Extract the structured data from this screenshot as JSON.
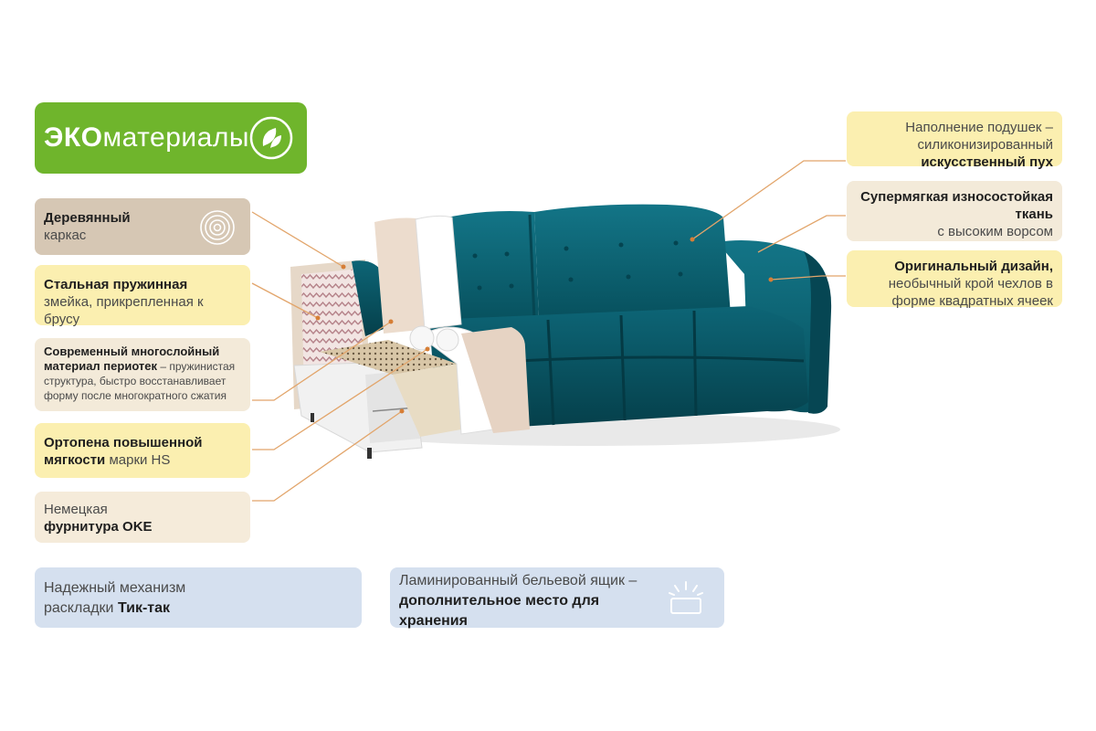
{
  "eco": {
    "strong": "ЭКО",
    "rest": "материалы",
    "icon": "leaf-icon",
    "color": "#6fb52c"
  },
  "features_left": {
    "wood": {
      "bold": "Деревянный",
      "light": "каркас",
      "icon": "wood-rings-icon"
    },
    "spring": {
      "bold": "Стальная пружинная",
      "light": "змейка, прикрепленная к брусу"
    },
    "foam": {
      "bold": "Современный многослойный материал периотек",
      "light": " – пружинистая структура, быстро восстанавливает форму после многократного сжатия"
    },
    "orto": {
      "bold": "Ортопена повышенной мягкости",
      "light": "марки HS"
    },
    "oke": {
      "light": "Немецкая",
      "bold": "фурнитура OKE"
    }
  },
  "features_right": {
    "fill": {
      "light": "Наполнение подушек – силиконизированный",
      "bold": "искусственный пух"
    },
    "fabric": {
      "bold": "Супермягкая износостойкая ткань",
      "light": "с высоким ворсом"
    },
    "design": {
      "bold": "Оригинальный дизайн,",
      "light": "необычный крой чехлов в форме квадратных ячеек"
    }
  },
  "bottom": {
    "mechanism": {
      "light1": "Надежный механизм",
      "light2": "раскладки",
      "bold": "Тик-так"
    },
    "box": {
      "light": "Ламинированный бельевой ящик –",
      "bold": "дополнительное место для хранения",
      "icon": "storage-box-icon"
    }
  },
  "colors": {
    "upholstery": "#0b5f6e",
    "callout_line": "#e2a56b",
    "yellow_card": "#fbefb0",
    "beige_card": "#f3ead9",
    "blue_card": "#d5e0ef"
  }
}
